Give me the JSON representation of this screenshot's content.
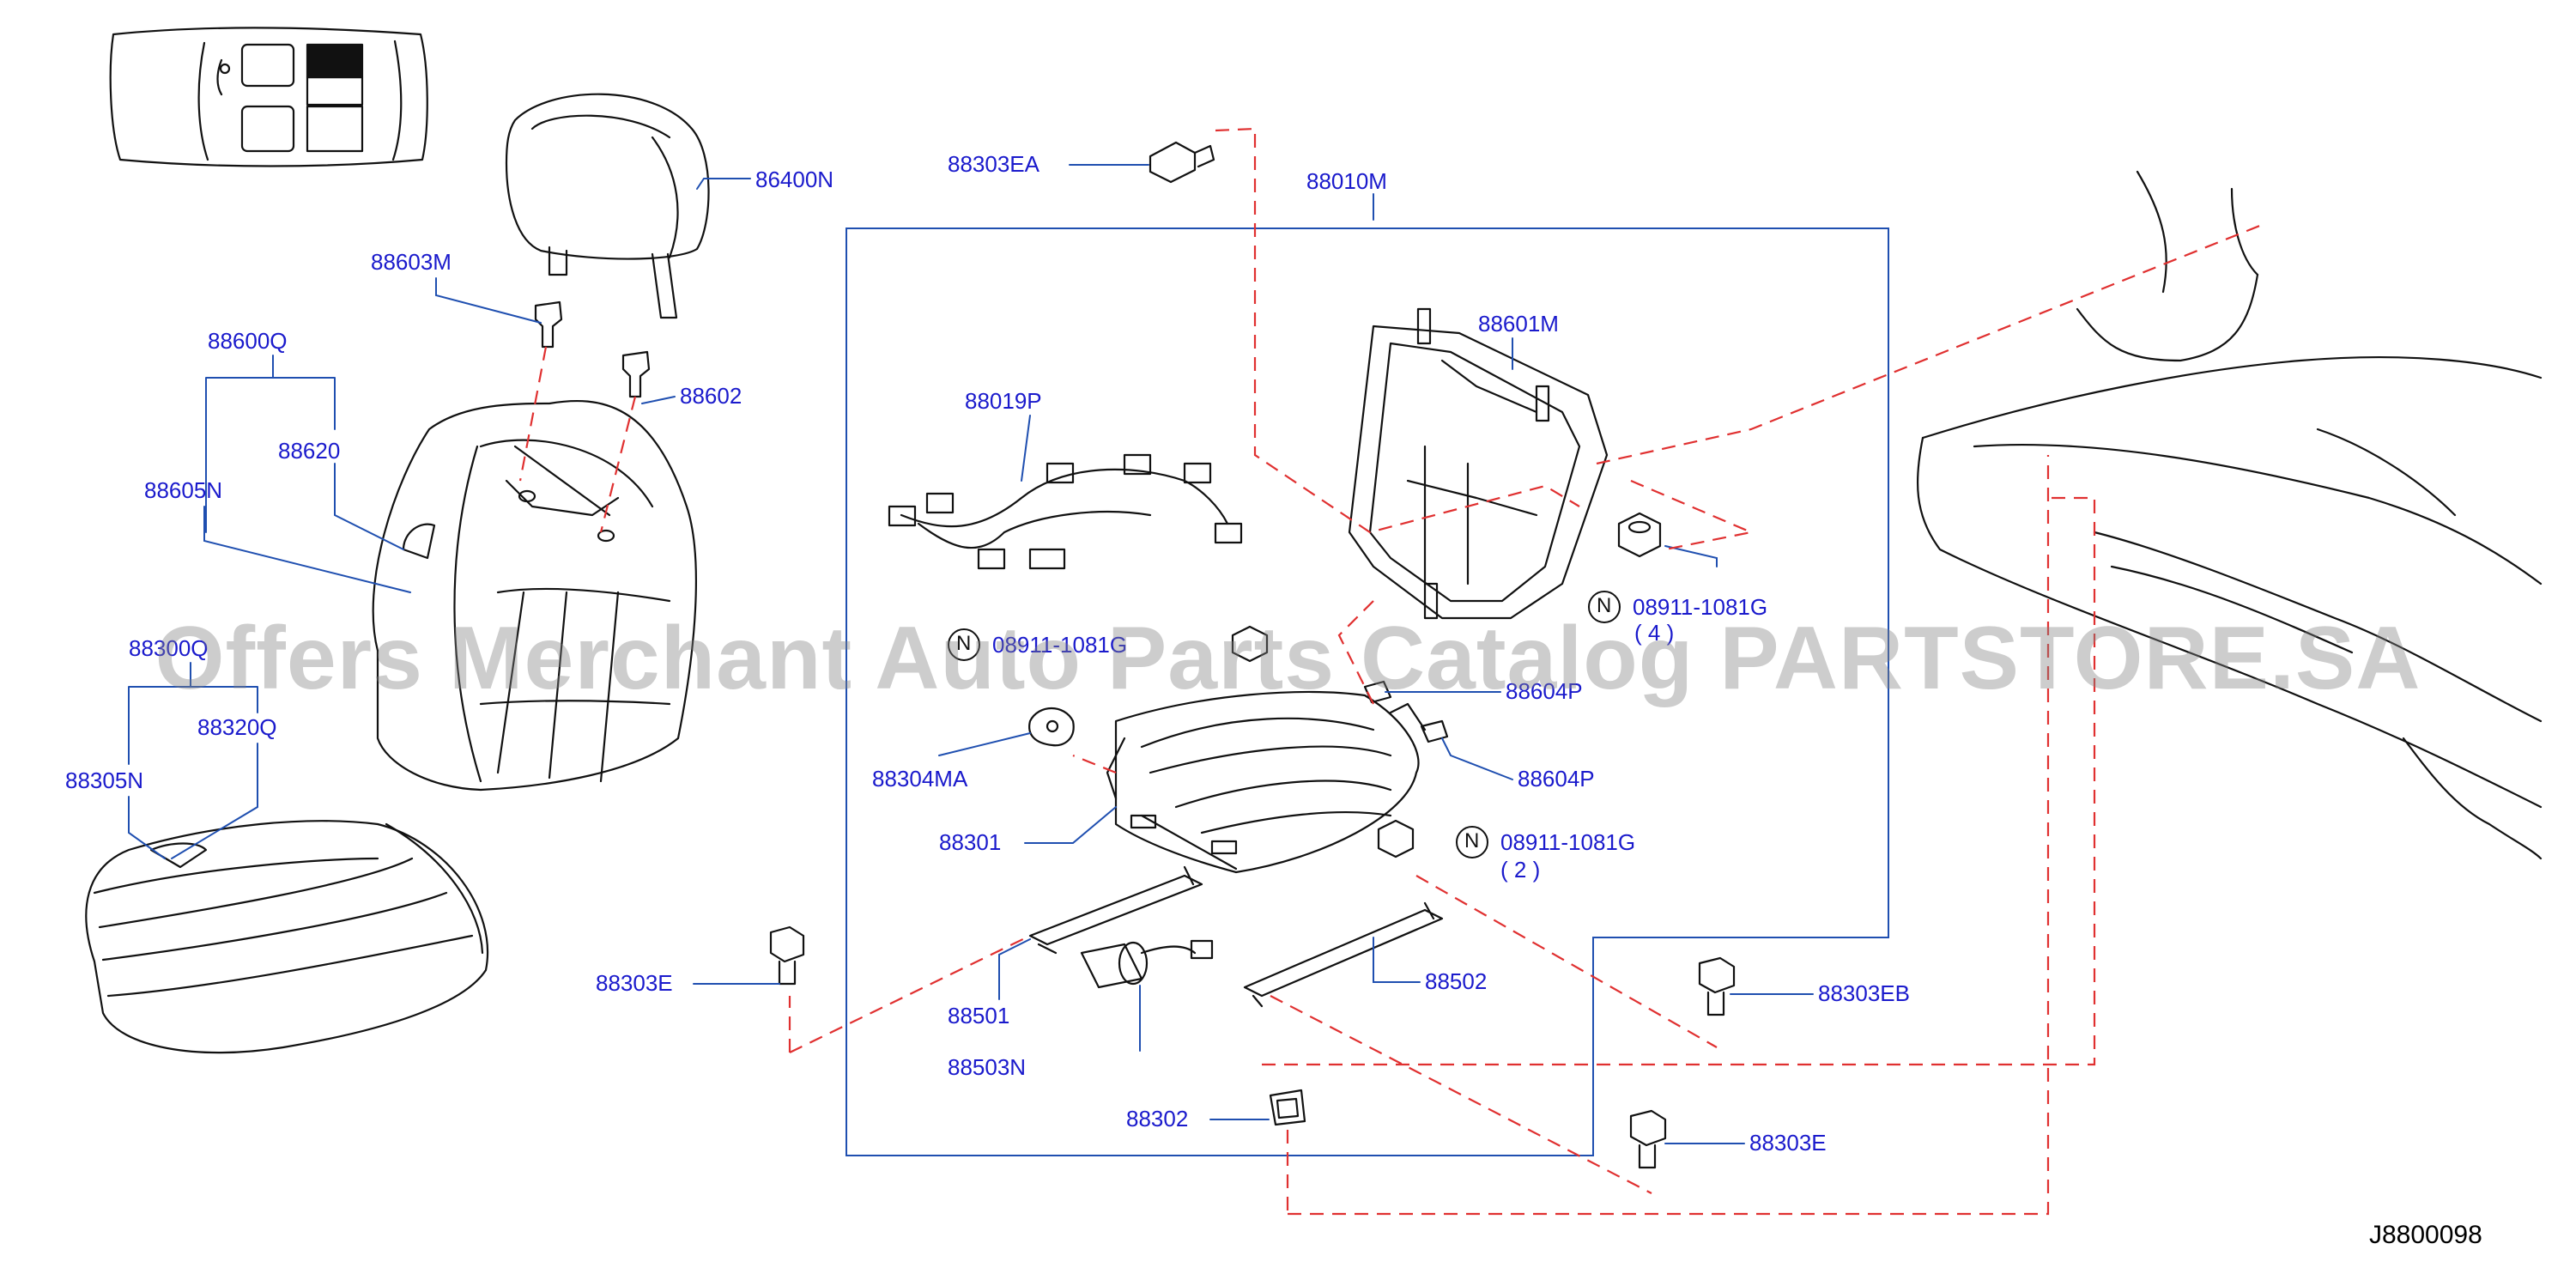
{
  "diagram_code": "J8800098",
  "watermark": "Offers Merchant Auto Parts Catalog PARTSTORE.SA",
  "colors": {
    "label": "#1a1acc",
    "leader": "#1f4fb0",
    "dash": "#e03030",
    "line": "#111111"
  },
  "parts": [
    {
      "id": "86400N",
      "label": "86400N"
    },
    {
      "id": "88603M",
      "label": "88603M"
    },
    {
      "id": "88600Q",
      "label": "88600Q"
    },
    {
      "id": "88602",
      "label": "88602"
    },
    {
      "id": "88620",
      "label": "88620"
    },
    {
      "id": "88605N",
      "label": "88605N"
    },
    {
      "id": "88300Q",
      "label": "88300Q"
    },
    {
      "id": "88320Q",
      "label": "88320Q"
    },
    {
      "id": "88305N",
      "label": "88305N"
    },
    {
      "id": "88303E-left",
      "label": "88303E"
    },
    {
      "id": "88303EA",
      "label": "88303EA"
    },
    {
      "id": "88010M",
      "label": "88010M"
    },
    {
      "id": "88601M",
      "label": "88601M"
    },
    {
      "id": "88019P",
      "label": "88019P"
    },
    {
      "id": "08911-1081G-a",
      "label": "08911-1081G"
    },
    {
      "id": "08911-1081G-b",
      "label": "08911-1081G"
    },
    {
      "id": "08911-1081G-c",
      "label": "08911-1081G"
    },
    {
      "id": "88604P-a",
      "label": "88604P"
    },
    {
      "id": "88604P-b",
      "label": "88604P"
    },
    {
      "id": "88304MA",
      "label": "88304MA"
    },
    {
      "id": "88301",
      "label": "88301"
    },
    {
      "id": "88501",
      "label": "88501"
    },
    {
      "id": "88503N",
      "label": "88503N"
    },
    {
      "id": "88502",
      "label": "88502"
    },
    {
      "id": "88303EB",
      "label": "88303EB"
    },
    {
      "id": "88302",
      "label": "88302"
    },
    {
      "id": "88303E-right",
      "label": "88303E"
    }
  ],
  "quantities": [
    {
      "for": "08911-1081G-a",
      "text": "( 4 )"
    },
    {
      "for": "08911-1081G-c",
      "text": "( 2 )"
    }
  ],
  "new_part_marker": "N"
}
